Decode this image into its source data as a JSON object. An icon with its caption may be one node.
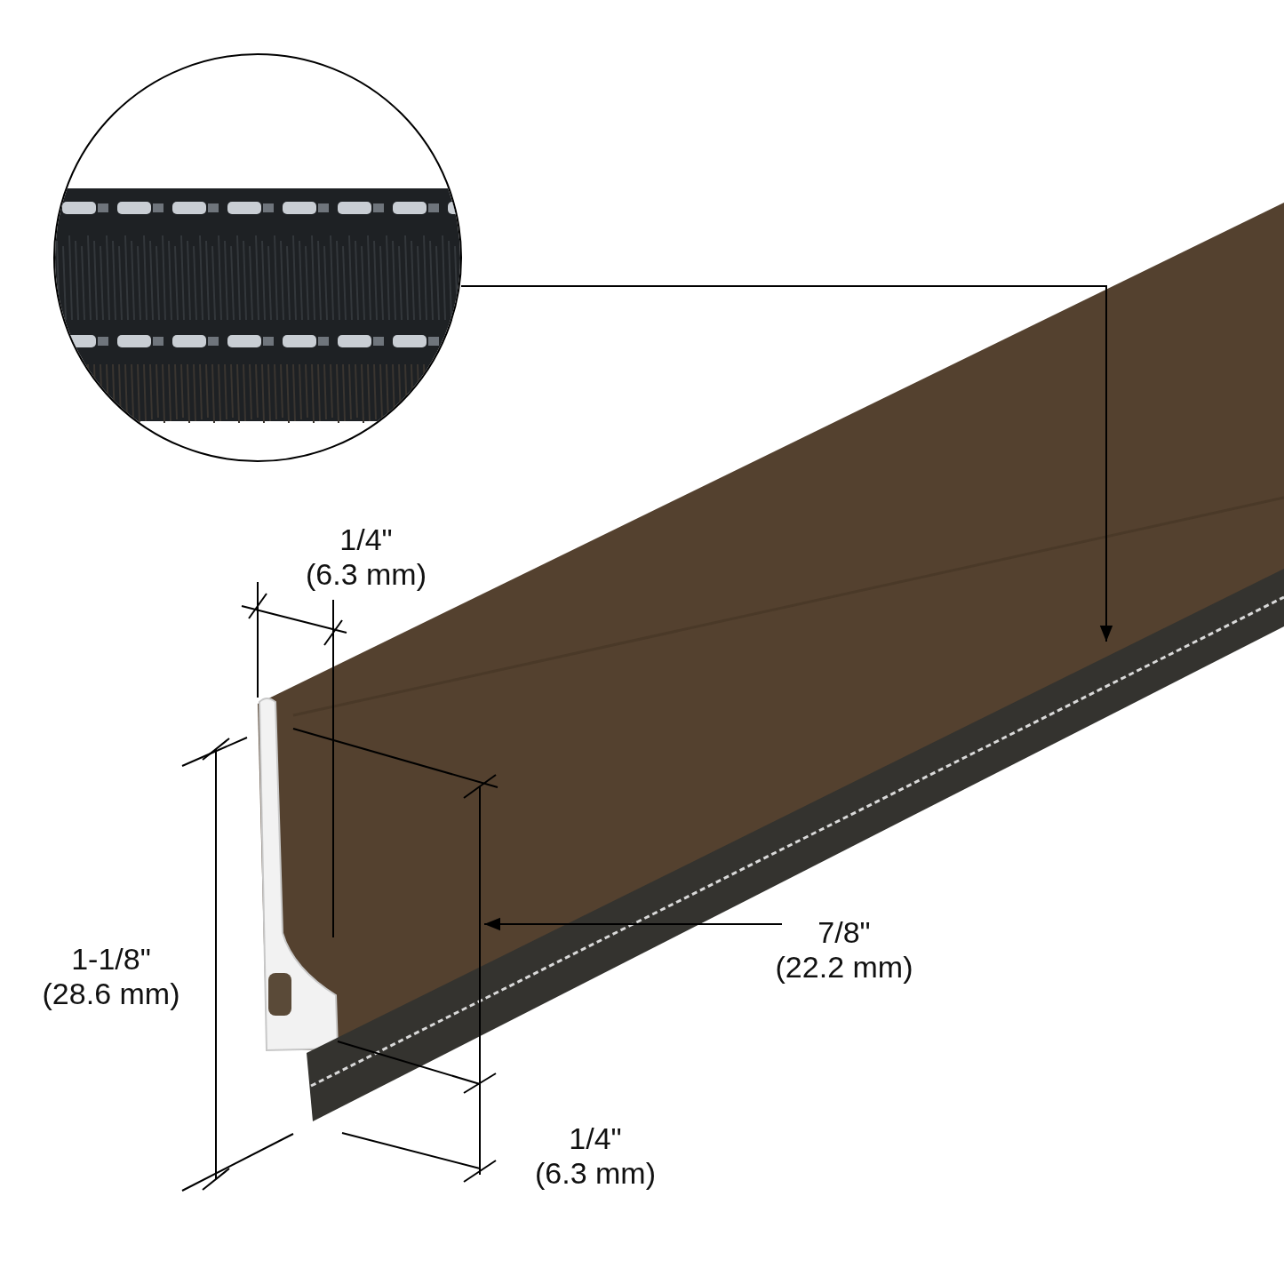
{
  "diagram": {
    "nodes": [
      {
        "text": [],
        "shape": "picture"
      },
      {
        "text": [],
        "shape": "bar"
      }
    ],
    "edges": [
      {
        "from": 0,
        "to": 1,
        "arrow": "to"
      }
    ],
    "labels": [
      "1/4\" (6.3 mm)",
      "1-1/8\" (28.6 mm)",
      "7/8\" (22.2 mm)",
      "1/4\" (6.3 mm)"
    ]
  }
}
